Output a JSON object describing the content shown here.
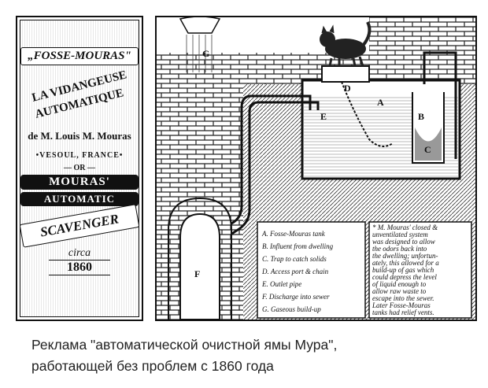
{
  "advert": {
    "brand": "„FOSSE-MOURAS\"",
    "line1": "LA VIDANGEUSE",
    "line2": "AUTOMATIQUE",
    "maker": "de M. Louis M. Mouras",
    "place": "•VESOUL, FRANCE•",
    "or": "— OR —",
    "english1": "MOURAS'",
    "english2": "AUTOMATIC",
    "english3": "SCAVENGER",
    "circa": "circa",
    "year": "1860"
  },
  "diagram": {
    "letters": {
      "a": "A",
      "b": "B",
      "c": "C",
      "d": "D",
      "e": "E",
      "f": "F",
      "g": "G"
    },
    "legend": [
      "A. Fosse-Mouras tank",
      "B. Influent from dwelling",
      "C. Trap to catch solids",
      "D. Access port & chain",
      "E. Outlet pipe",
      "F. Discharge into sewer",
      "G. Gaseous build-up"
    ],
    "note": [
      "* M. Mouras' closed &",
      "unventilated system",
      "was designed to allow",
      "the odors back into",
      "the dwelling; unfortun-",
      "ately, this allowed for a",
      "build-up of gas which",
      "could depress the level",
      "of liquid enough to",
      "allow raw waste to",
      "escape into the sewer.",
      "Later Fosse-Mouras",
      "tanks had relief vents."
    ]
  },
  "caption": {
    "line1": "Реклама \"автоматической очистной ямы Мура\",",
    "line2": "работающей без проблем с 1860 года"
  }
}
